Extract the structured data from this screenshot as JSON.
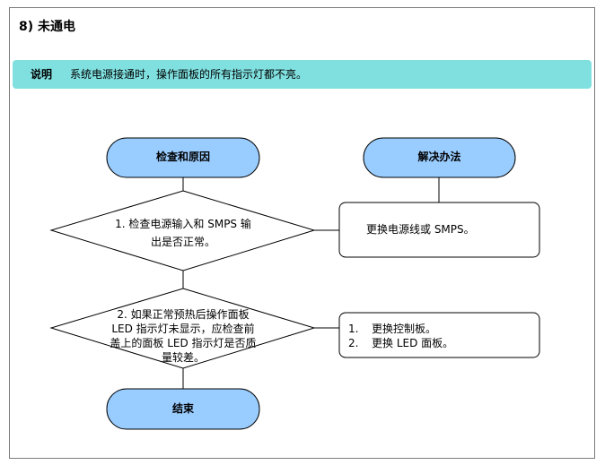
{
  "section": {
    "title": "8)  未通电"
  },
  "note": {
    "label": "说明",
    "text": "系统电源接通时，操作面板的所有指示灯都不亮。"
  },
  "colors": {
    "note_bg": "#80e0e0",
    "terminal_fill": "#99ccff",
    "outline": "#000000",
    "frame_border": "#7a7a7a"
  },
  "flow": {
    "start_label": "检查和原因",
    "solution_header": "解决办法",
    "end_label": "结束",
    "decision1": {
      "line1": "1.  检查电源输入和 SMPS 输",
      "line2": "出是否正常。"
    },
    "decision2": {
      "line1": "2.  如果正常预热后操作面板",
      "line2": "LED 指示灯未显示，应检查前",
      "line3": "盖上的面板 LED 指示灯是否质",
      "line4": "量较差。"
    },
    "solution1": "更换电源线或 SMPS。",
    "solution2": [
      {
        "num": "1.",
        "text": "更换控制板。"
      },
      {
        "num": "2.",
        "text": "更换 LED 面板。"
      }
    ]
  }
}
